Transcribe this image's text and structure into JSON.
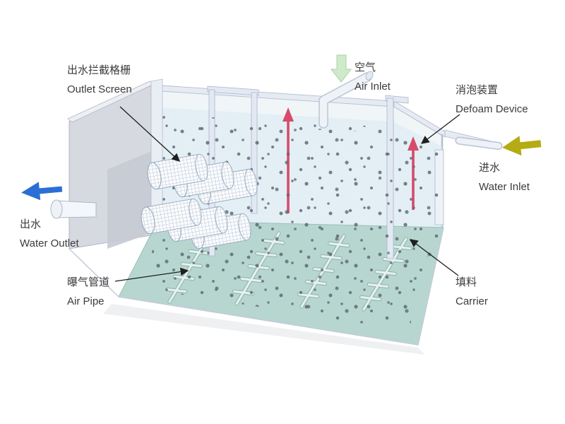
{
  "labels": {
    "outlet_screen": {
      "zh": "出水拦截格栅",
      "en": "Outlet Screen"
    },
    "air_inlet": {
      "zh": "空气",
      "en": "Air Inlet"
    },
    "defoam_device": {
      "zh": "消泡装置",
      "en": "Defoam Device"
    },
    "water_inlet": {
      "zh": "进水",
      "en": "Water Inlet"
    },
    "water_outlet": {
      "zh": "出水",
      "en": "Water Outlet"
    },
    "air_pipe": {
      "zh": "曝气管道",
      "en": "Air Pipe"
    },
    "carrier": {
      "zh": "填料",
      "en": "Carrier"
    }
  },
  "colors": {
    "water_inlet_arrow": "#b5ab12",
    "water_outlet_arrow": "#2a6fd6",
    "air_inlet_arrow": "#cfe9cb",
    "defoam_arrow": "#d84a6b",
    "leader_arrow": "#1f1f1f",
    "carrier_dot": "#5f6a75",
    "tank_edge": "#b3bed0",
    "water_fill": "#d8eaf0",
    "floor_fill": "#b7d6d0"
  }
}
